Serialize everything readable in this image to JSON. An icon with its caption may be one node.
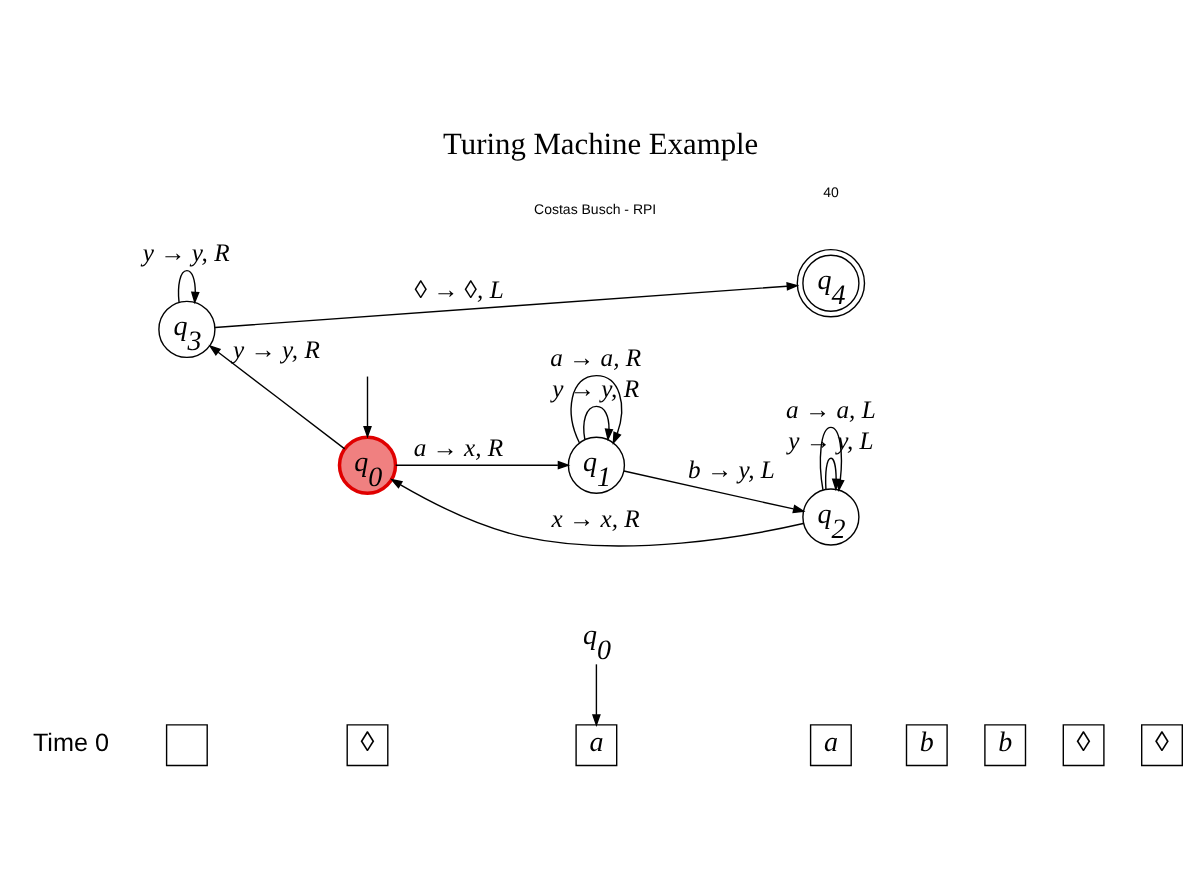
{
  "diagram": {
    "title": "Turing Machine Example",
    "nodes": [
      {
        "text": [],
        "shape": "box"
      },
      {
        "text": [
          "◊"
        ]
      },
      {
        "text": [
          "a"
        ]
      },
      {
        "text": [
          "a"
        ]
      },
      {
        "text": [
          "b"
        ]
      },
      {
        "text": [
          "b"
        ]
      },
      {
        "text": [
          "◊"
        ]
      },
      {
        "text": [
          "◊"
        ]
      },
      {
        "text": [
          "q$_{0}$"
        ]
      },
      {
        "text": [
          "q$_{4}$"
        ]
      },
      {
        "text": [
          "q$_{3}$"
        ]
      },
      {
        "text": [
          "q$_{0}$"
        ]
      },
      {
        "text": [
          "q$_{1}$"
        ]
      },
      {
        "text": [
          "q$_{2}$"
        ]
      }
    ],
    "edges": [
      {
        "from": 8,
        "to": 2,
        "arrow": "to"
      },
      {
        "from": 11,
        "to": 10,
        "arrow": "to",
        "label": "y → y, R"
      },
      {
        "from": 10,
        "to": 10,
        "arrow": "to",
        "label": "y → y, R"
      },
      {
        "from": 10,
        "to": 9,
        "arrow": "to",
        "label": "◊ → ◊, L"
      },
      {
        "from": 11,
        "to": 12,
        "arrow": "to",
        "label": "a → x, R"
      },
      {
        "from": 12,
        "to": 12,
        "arrow": "to",
        "label": "y → y, R"
      },
      {
        "from": 12,
        "to": 12,
        "arrow": "to",
        "label": "a → a, R"
      },
      {
        "from": 12,
        "to": 13,
        "arrow": "to",
        "label": "b → y, L"
      },
      {
        "from": 13,
        "to": 13,
        "arrow": "to",
        "label": "y → y, L"
      },
      {
        "from": 13,
        "to": 13,
        "arrow": "to",
        "label": "a → a, L"
      },
      {
        "from": 13,
        "to": 11,
        "arrow": "to",
        "label": "x → x, R"
      },
      {
        "from": null,
        "to": 11,
        "arrow": "to"
      }
    ],
    "labels": [
      "Time 0",
      "Costas Busch - RPI",
      "40"
    ]
  }
}
